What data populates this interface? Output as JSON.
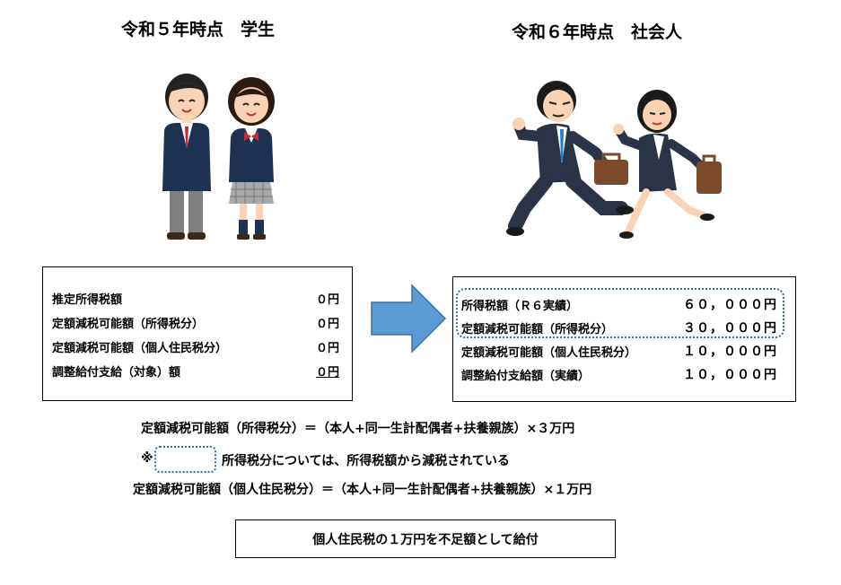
{
  "left": {
    "title": "令和５年時点　学生",
    "items": [
      {
        "label": "推定所得税額",
        "value": "０円"
      },
      {
        "label": "定額減税可能額（所得税分）",
        "value": "０円"
      },
      {
        "label": "定額減税可能額（個人住民税分）",
        "value": "０円"
      },
      {
        "label": "調整給付支給（対象）額",
        "value": "０円"
      }
    ]
  },
  "right": {
    "title": "令和６年時点　社会人",
    "items": [
      {
        "label": "所得税額（Ｒ６実績）",
        "value": "６０，０００円"
      },
      {
        "label": "定額減税可能額（所得税分）",
        "value": "３０，０００円"
      },
      {
        "label": "定額減税可能額（個人住民税分）",
        "value": "１０，０００円"
      },
      {
        "label": "調整給付支給額（実績）",
        "value": "１０，０００円"
      }
    ]
  },
  "formulas": {
    "line1": "定額減税可能額（所得税分）＝（本人+同一生計配偶者+扶養親族）×３万円",
    "note_mark": "※",
    "note_text": "所得税分については、所得税額から減税されている",
    "line3": "定額減税可能額（個人住民税分）＝（本人+同一生計配偶者+扶養親族）×１万円"
  },
  "conclusion": "個人住民税の１万円を不足額として給付",
  "colors": {
    "arrow": "#5b9bd5",
    "dotted_outline": "#3a6f99",
    "blazer": "#1f3150",
    "suit": "#2b3346"
  }
}
